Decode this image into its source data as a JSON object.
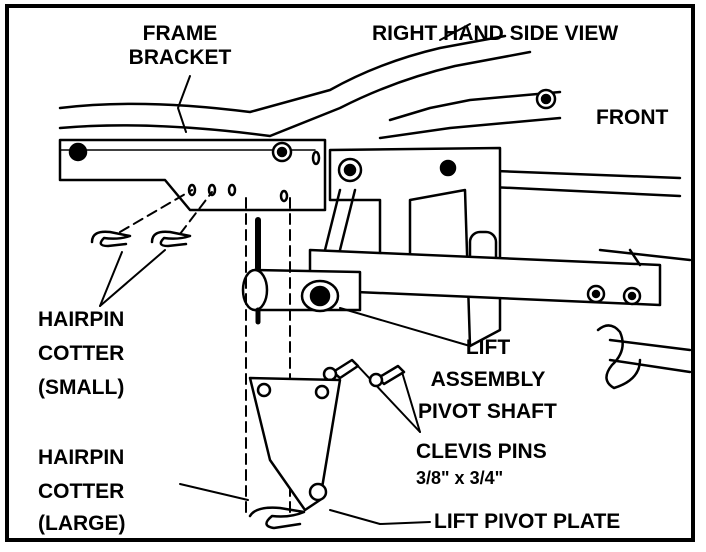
{
  "figure": {
    "title": "RIGHT HAND SIDE VIEW",
    "labels": {
      "frame_bracket_1": "FRAME",
      "frame_bracket_2": "BRACKET",
      "front": "FRONT",
      "hairpin_small_1": "HAIRPIN",
      "hairpin_small_2": "COTTER",
      "hairpin_small_3": "(SMALL)",
      "lift_assembly_1": "LIFT",
      "lift_assembly_2": "ASSEMBLY",
      "lift_assembly_3": "PIVOT SHAFT",
      "clevis_pins_1": "CLEVIS PINS",
      "clevis_pins_2": "3/8\" x 3/4\"",
      "hairpin_large_1": "HAIRPIN",
      "hairpin_large_2": "COTTER",
      "hairpin_large_3": "(LARGE)",
      "lift_pivot_plate": "LIFT PIVOT PLATE"
    }
  }
}
